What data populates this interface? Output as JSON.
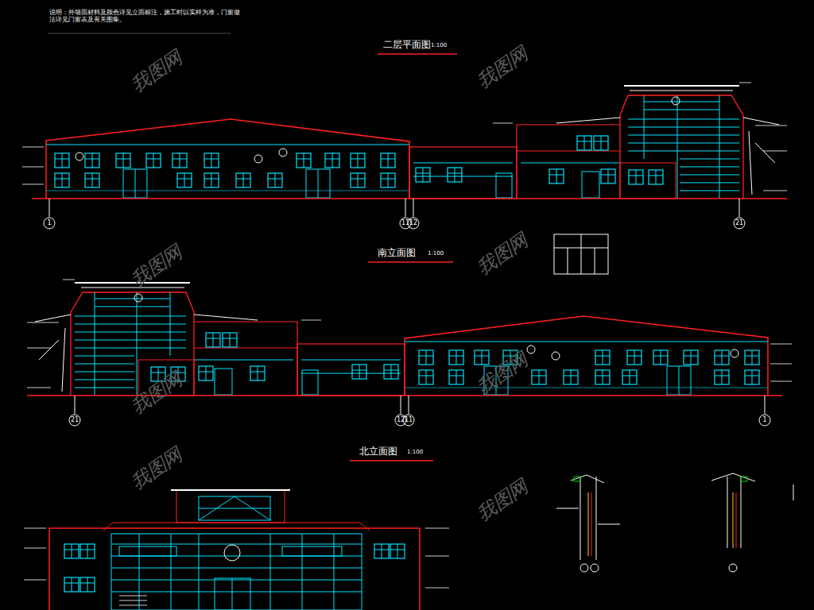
{
  "diagram": {
    "labels": [
      "说明：外墙面材料及颜色详见立面标注，施工时以实样为准，门窗做法详见门窗表及有关图集。",
      "二层平面图",
      "1:100",
      "南立面图",
      "1:100",
      "北立面图",
      "1:100",
      "1",
      "11",
      "12",
      "21",
      "21",
      "12",
      "11",
      "1",
      "我图网",
      "我图网",
      "我图网",
      "我图网",
      "我图网",
      "我图网",
      "我图网",
      "我图网"
    ]
  }
}
